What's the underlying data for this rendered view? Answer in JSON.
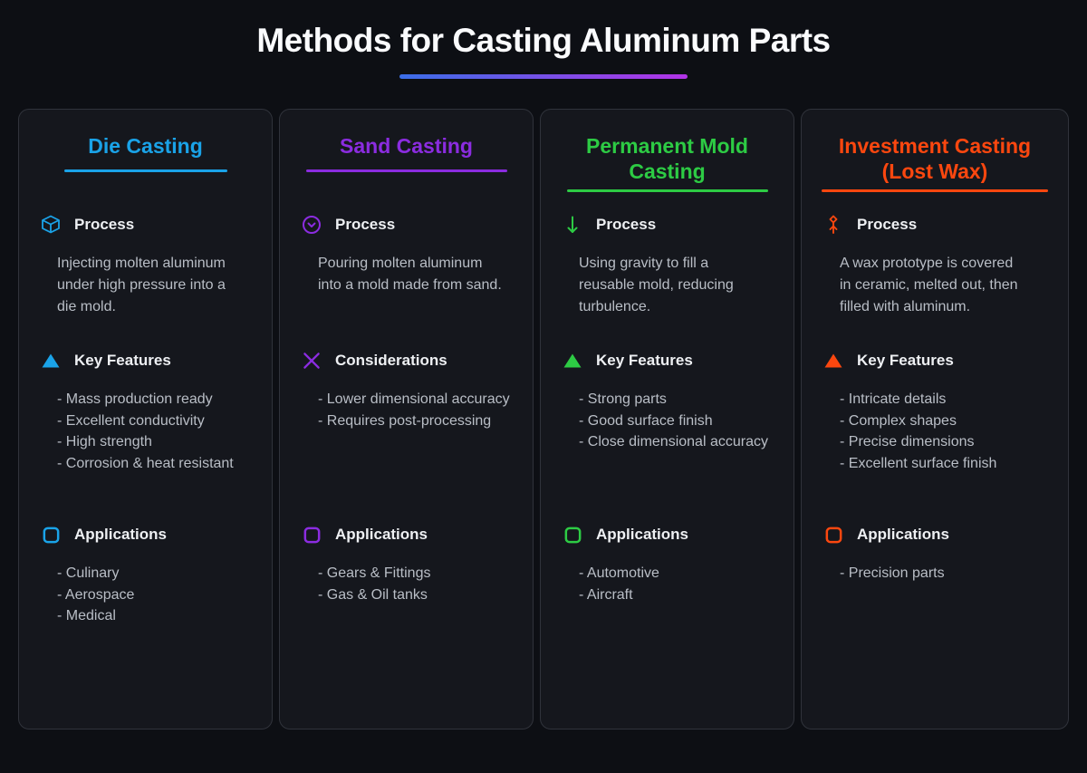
{
  "page": {
    "title": "Methods for Casting Aluminum Parts"
  },
  "style": {
    "title_underline_gradient_start": "#3a6ee8",
    "title_underline_gradient_end": "#b233e6",
    "background": "#0d0f14",
    "card_background": "#15171d"
  },
  "cards": [
    {
      "title": "Die Casting",
      "accent_color": "#1aa3e8",
      "sections": [
        {
          "heading": "Process",
          "icon": "cube-icon",
          "text": "Injecting molten aluminum under high pressure into a die mold."
        },
        {
          "heading": "Key Features",
          "icon": "triangle-icon",
          "items": [
            "- Mass production ready",
            "- Excellent conductivity",
            "- High strength",
            "- Corrosion & heat resistant"
          ]
        },
        {
          "heading": "Applications",
          "icon": "square-icon",
          "items": [
            "- Culinary",
            "- Aerospace",
            "- Medical"
          ]
        }
      ]
    },
    {
      "title": "Sand Casting",
      "accent_color": "#8b2ce0",
      "sections": [
        {
          "heading": "Process",
          "icon": "chevron-down-circle-icon",
          "text": "Pouring molten aluminum into a mold made from sand."
        },
        {
          "heading": "Considerations",
          "icon": "x-icon",
          "items": [
            "- Lower dimensional accuracy",
            "- Requires post-processing"
          ]
        },
        {
          "heading": "Applications",
          "icon": "square-icon",
          "items": [
            "- Gears & Fittings",
            "- Gas & Oil tanks"
          ]
        }
      ]
    },
    {
      "title": "Permanent Mold Casting",
      "accent_color": "#2dcb44",
      "sections": [
        {
          "heading": "Process",
          "icon": "arrow-down-icon",
          "text": "Using gravity to fill a reusable mold, reducing turbulence."
        },
        {
          "heading": "Key Features",
          "icon": "triangle-icon",
          "items": [
            "- Strong parts",
            "- Good surface finish",
            "- Close dimensional accuracy"
          ]
        },
        {
          "heading": "Applications",
          "icon": "square-icon",
          "items": [
            "- Automotive",
            "- Aircraft"
          ]
        }
      ]
    },
    {
      "title": "Investment Casting (Lost Wax)",
      "accent_color": "#fb470f",
      "sections": [
        {
          "heading": "Process",
          "icon": "diamond-stake-icon",
          "text": "A wax prototype is covered in ceramic, melted out, then filled with aluminum."
        },
        {
          "heading": "Key Features",
          "icon": "triangle-icon",
          "items": [
            "- Intricate details",
            "- Complex shapes",
            "- Precise dimensions",
            "- Excellent surface finish"
          ]
        },
        {
          "heading": "Applications",
          "icon": "square-icon",
          "items": [
            "- Precision parts"
          ]
        }
      ]
    }
  ]
}
